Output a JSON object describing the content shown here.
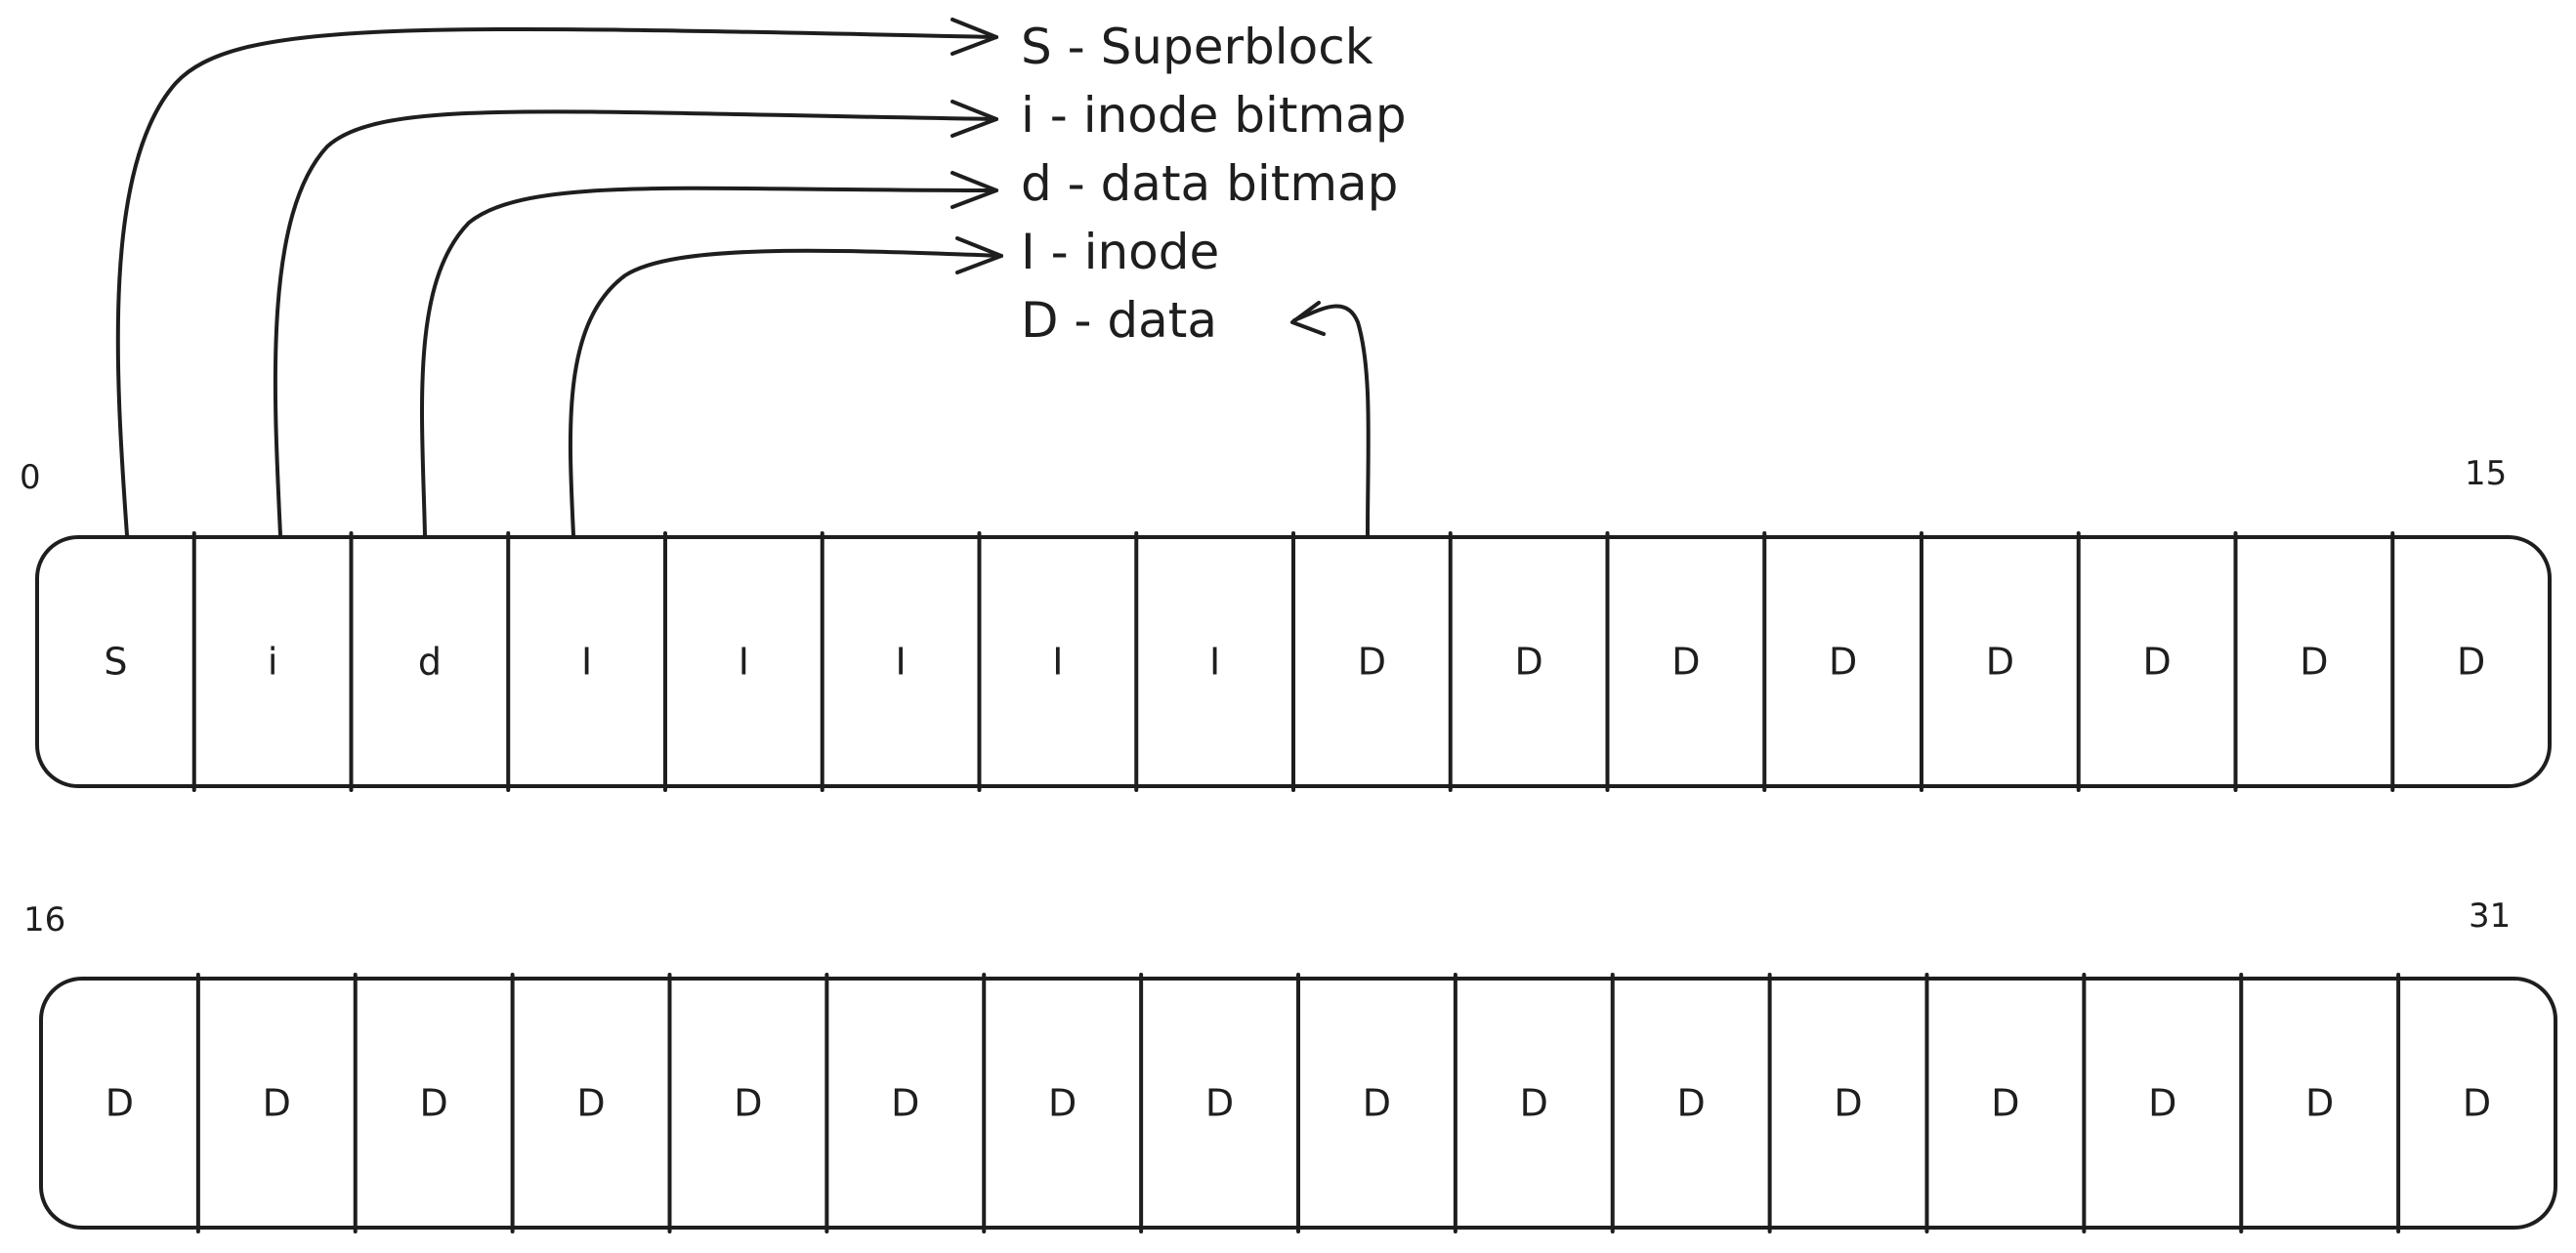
{
  "legend": [
    {
      "key": "S",
      "text": "S - Superblock"
    },
    {
      "key": "i",
      "text": "i - inode bitmap"
    },
    {
      "key": "d",
      "text": "d - data bitmap"
    },
    {
      "key": "I",
      "text": "I - inode"
    },
    {
      "key": "D",
      "text": "D - data"
    }
  ],
  "rows": [
    {
      "start_label": "0",
      "end_label": "15",
      "blocks": [
        "S",
        "i",
        "d",
        "I",
        "I",
        "I",
        "I",
        "I",
        "D",
        "D",
        "D",
        "D",
        "D",
        "D",
        "D",
        "D"
      ]
    },
    {
      "start_label": "16",
      "end_label": "31",
      "blocks": [
        "D",
        "D",
        "D",
        "D",
        "D",
        "D",
        "D",
        "D",
        "D",
        "D",
        "D",
        "D",
        "D",
        "D",
        "D",
        "D"
      ]
    }
  ],
  "colors": {
    "stroke": "#1e1e1e",
    "background": "#ffffff"
  }
}
